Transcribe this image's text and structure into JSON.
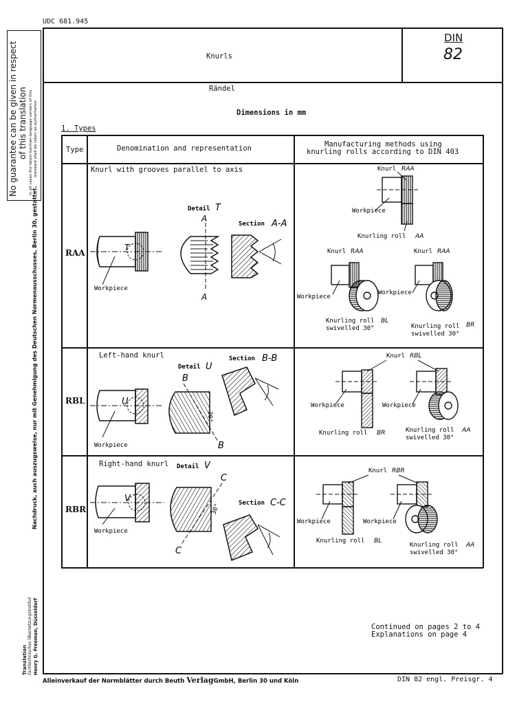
{
  "header": {
    "udc": "UDC 681.945",
    "title": "Knurls",
    "din_label": "DIN",
    "din_number": "82",
    "german_title": "Rändel",
    "dimensions_note": "Dimensions in mm",
    "section_heading": "1. Types"
  },
  "table": {
    "col_type": "Type",
    "col_denomination": "Denomination and representation",
    "col_methods_line1": "Manufacturing methods using",
    "col_methods_line2": "knurling rolls according to DIN 403",
    "rows": [
      {
        "code": "RAA",
        "denomination": "Knurl with grooves parallel to axis",
        "detail_label": "Detail",
        "detail_letter": "T",
        "section_label": "Section",
        "section_letters": "A-A",
        "cut_letter": "A",
        "workpiece": "Workpiece",
        "methods": {
          "knurl_top": "Knurl",
          "knurl_code": "RAA",
          "workpiece": "Workpiece",
          "roll_top": "Knurling roll",
          "roll_top_code": "AA",
          "left_knurl": "Knurl",
          "left_knurl_code": "RAA",
          "right_knurl": "Knurl",
          "right_knurl_code": "RAA",
          "left_workpiece": "Workpiece",
          "right_workpiece": "Workpiece",
          "left_roll": "Knurling roll",
          "left_roll_code": "BL",
          "left_swivel": "swivelled 30°",
          "right_roll": "Knurling roll",
          "right_roll_code": "BR",
          "right_swivel": "swivelled 30°"
        }
      },
      {
        "code": "RBL",
        "denomination": "Left-hand knurl",
        "detail_label": "Detail",
        "detail_letter": "U",
        "section_label": "Section",
        "section_letters": "B-B",
        "cut_letter": "B",
        "workpiece": "Workpiece",
        "angle": "30°",
        "methods": {
          "knurl": "Knurl",
          "knurl_code": "RBL",
          "left_workpiece": "Workpiece",
          "right_workpiece": "Workpiece",
          "left_roll": "Knurling roll",
          "left_roll_code": "BR",
          "right_roll": "Knurling roll",
          "right_roll_code": "AA",
          "right_swivel": "swivelled 30°"
        }
      },
      {
        "code": "RBR",
        "denomination": "Right-hand knurl",
        "detail_label": "Detail",
        "detail_letter": "V",
        "section_label": "Section",
        "section_letters": "C-C",
        "cut_letter": "C",
        "workpiece": "Workpiece",
        "angle": "30°",
        "methods": {
          "knurl": "Knurl",
          "knurl_code": "RBR",
          "left_workpiece": "Workpiece",
          "right_workpiece": "Workpiece",
          "left_roll": "Knurling roll",
          "left_roll_code": "BL",
          "right_roll": "Knurling roll",
          "right_roll_code": "AA",
          "right_swivel": "swivelled 30°"
        }
      }
    ]
  },
  "footer": {
    "continued": "Continued on pages 2 to 4",
    "explanations": "Explanations on page 4",
    "sale_prefix": "Alleinverkauf der Normblätter durch Beuth",
    "sale_verlag": "Verlag",
    "sale_suffix": "GmbH, Berlin 30 und Köln",
    "price": "DIN 82 engl. Preisgr. 4"
  },
  "margin": {
    "guarantee_line1": "No guarantee can be given in respect",
    "guarantee_line2": "of this translation",
    "guarantee_note1": "In all cases the latest German-language version of this",
    "guarantee_note2": "standard shall be taken as authoritative",
    "reprint": "Nachdruck, auch auszugsweise, nur mit Genehmigung des Deutschen Normenausschusses, Berlin 30, gestattet.",
    "translation_1": "Translation",
    "translation_2": "Fachtechnisches Übersetzungsinstitut",
    "translation_3": "Henry G. Freeman, Düsseldorf"
  },
  "colors": {
    "ink": "#111111",
    "paper": "#ffffff"
  }
}
